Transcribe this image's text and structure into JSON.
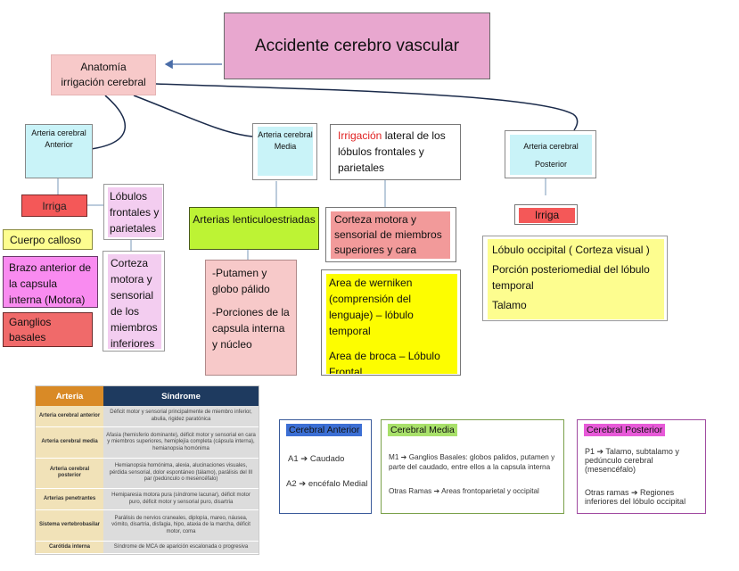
{
  "title": "Accidente cerebro vascular",
  "anatomia": {
    "line1": "Anatomía",
    "line2": "irrigación cerebral"
  },
  "arteries": {
    "anterior": {
      "line1": "Arteria cerebral",
      "line2": "Anterior"
    },
    "media": {
      "line1": "Arteria cerebral",
      "line2": "Media"
    },
    "posterior": {
      "line1": "Arteria cerebral",
      "line2": "Posterior"
    }
  },
  "anterior_branch": {
    "irriga": "Irriga",
    "lobulos": "Lóbulos frontales y parietales",
    "cuerpo_calloso": "Cuerpo calloso",
    "brazo": "Brazo anterior de la capsula interna (Motora)",
    "ganglios": "Ganglios basales",
    "corteza": "Corteza motora y sensorial de los miembros inferiores"
  },
  "media_branch": {
    "arterias_lenticulo": "Arterias lenticuloestriadas",
    "putamen": "-Putamen y globo pálido",
    "porciones": "-Porciones de la capsula interna y núcleo",
    "irrigacion_word": "Irrigación",
    "irrigacion_rest": " lateral de los lóbulos frontales y parietales",
    "corteza_motora": "Corteza motora y sensorial de miembros superiores y cara",
    "werniken": "Area de werniken (comprensión del lenguaje) – lóbulo temporal",
    "broca": "Area de broca – Lóbulo Frontal"
  },
  "posterior_branch": {
    "irriga": "Irriga",
    "items": [
      "Lóbulo occipital ( Corteza visual )",
      "Porción posteriomedial del lóbulo temporal",
      "Talamo"
    ]
  },
  "syndrome_table": {
    "headers": [
      "Arteria",
      "Síndrome"
    ],
    "rows": [
      {
        "arteria": "Arteria cerebral anterior",
        "sindrome": "Déficit motor y sensorial principalmente de miembro inferior, abulia, rigidez paratónica"
      },
      {
        "arteria": "Arteria cerebral media",
        "sindrome": "Afasia (hemisferio dominante), déficit motor y sensorial en cara y miembros superiores, hemiplejía completa (cápsula interna), hemianopsia homónima"
      },
      {
        "arteria": "Arteria cerebral posterior",
        "sindrome": "Hemianopsia homónima, alexia, alucinaciones visuales, pérdida sensorial, dolor espontáneo (tálamo), parálisis del III par (pedúnculo o mesencéfalo)"
      },
      {
        "arteria": "Arterias penetrantes",
        "sindrome": "Hemiparesia motora pura (síndrome lacunar), déficit motor puro, déficit motor y sensorial puro, disartria"
      },
      {
        "arteria": "Sistema vertebrobasilar",
        "sindrome": "Parálisis de nervios craneales, diplopía, mareo, náusea, vómito, disartria, disfagia, hipo, ataxia de la marcha, déficit motor, coma"
      },
      {
        "arteria": "Carótida interna",
        "sindrome": "Síndrome de MCA de aparición escalonada o progresiva"
      }
    ]
  },
  "notes": {
    "anterior": {
      "tag": "Cerebral Anterior",
      "line1": "A1 ➔ Caudado",
      "line2": "A2 ➔ encéfalo Medial"
    },
    "media": {
      "tag": "Cerebral Media",
      "line1": "M1 ➔ Ganglios Basales: globos palidos, putamen y",
      "line2": "parte del caudado, entre ellos a la capsula interna",
      "line3": "Otras Ramas ➔ Areas frontoparietal y occipital"
    },
    "posterior": {
      "tag": "Cerebral Posterior",
      "line1": "P1 ➔ Talamo, subtalamo y",
      "line2": "pedúnculo cerebral",
      "line3": "(mesencéfalo)",
      "line4": "Otras ramas ➔ Regiones",
      "line5": "inferiores del lóbulo occipital"
    }
  },
  "colors": {
    "title_bg": "#e8a7cf",
    "irriga_red": "#f45858",
    "lenticulo_green": "#bdf334",
    "yellow": "#fdfd00",
    "irrigacion_word": "#e02020"
  }
}
